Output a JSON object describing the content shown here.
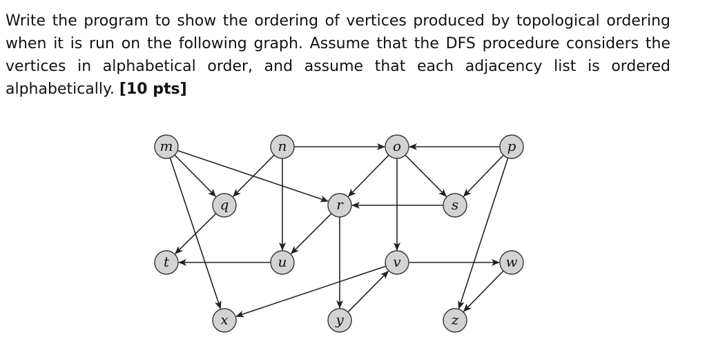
{
  "question": {
    "text_before": "Write the program to show the ordering of vertices produced by topological ordering when it is run on the following graph. Assume that the DFS procedure considers the vertices in alphabetical order, and assume that each adjacency list is ordered alphabetically. ",
    "points": "[10 pts]"
  },
  "graph": {
    "nodes": [
      {
        "id": "m",
        "label": "m"
      },
      {
        "id": "n",
        "label": "n"
      },
      {
        "id": "o",
        "label": "o"
      },
      {
        "id": "p",
        "label": "p"
      },
      {
        "id": "q",
        "label": "q"
      },
      {
        "id": "r",
        "label": "r"
      },
      {
        "id": "s",
        "label": "s"
      },
      {
        "id": "t",
        "label": "t"
      },
      {
        "id": "u",
        "label": "u"
      },
      {
        "id": "v",
        "label": "v"
      },
      {
        "id": "w",
        "label": "w"
      },
      {
        "id": "x",
        "label": "x"
      },
      {
        "id": "y",
        "label": "y"
      },
      {
        "id": "z",
        "label": "z"
      }
    ],
    "edges": [
      {
        "from": "m",
        "to": "q"
      },
      {
        "from": "m",
        "to": "r"
      },
      {
        "from": "m",
        "to": "x"
      },
      {
        "from": "n",
        "to": "o"
      },
      {
        "from": "n",
        "to": "q"
      },
      {
        "from": "n",
        "to": "u"
      },
      {
        "from": "o",
        "to": "r"
      },
      {
        "from": "o",
        "to": "s"
      },
      {
        "from": "o",
        "to": "v"
      },
      {
        "from": "p",
        "to": "o"
      },
      {
        "from": "p",
        "to": "s"
      },
      {
        "from": "p",
        "to": "z"
      },
      {
        "from": "q",
        "to": "t"
      },
      {
        "from": "r",
        "to": "u"
      },
      {
        "from": "r",
        "to": "y"
      },
      {
        "from": "s",
        "to": "r"
      },
      {
        "from": "u",
        "to": "t"
      },
      {
        "from": "v",
        "to": "w"
      },
      {
        "from": "v",
        "to": "x"
      },
      {
        "from": "w",
        "to": "z"
      },
      {
        "from": "y",
        "to": "v"
      }
    ]
  }
}
